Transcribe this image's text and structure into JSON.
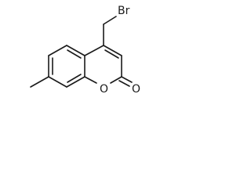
{
  "molecule": {
    "atoms": {
      "bromine": "Br",
      "ring_oxygen": "O",
      "carbonyl_oxygen": "O"
    }
  }
}
